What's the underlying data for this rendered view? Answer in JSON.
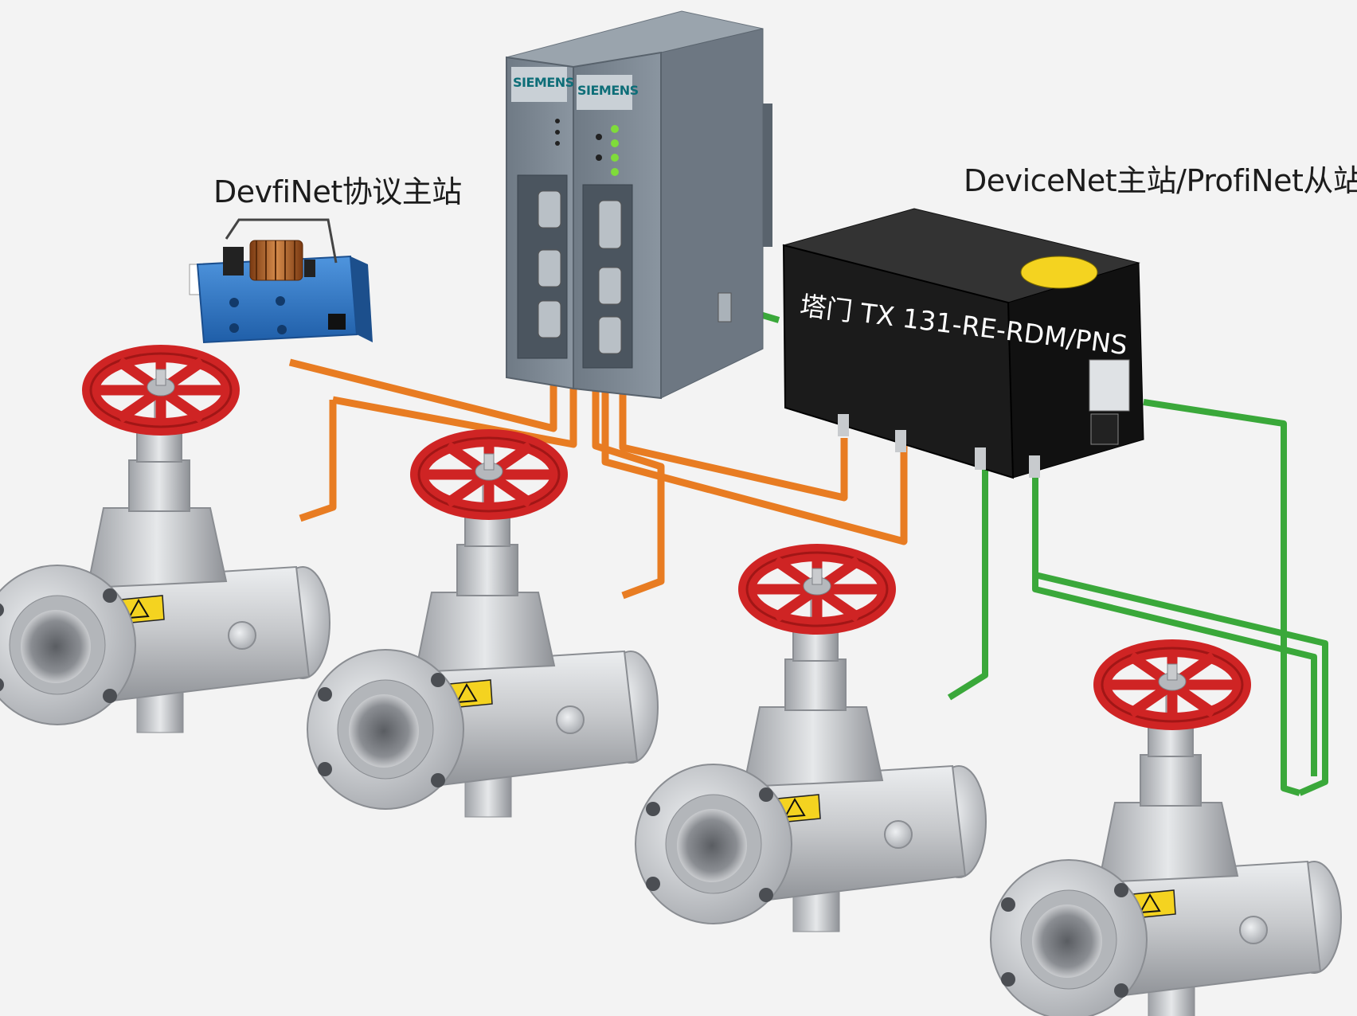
{
  "labels": {
    "devicenet_master": "DevfiNet协议主站",
    "gateway_title": "DeviceNet主站/ProfiNet从站",
    "gateway_model": "塔门 TX 131-RE-RDM/PNS",
    "plc_brand_left": "SIEMENS",
    "plc_brand_right": "SIEMENS"
  },
  "colors": {
    "orange_cable": "#e87c22",
    "green_cable": "#3aa83a",
    "valve_handwheel": "#cf2424",
    "valve_body": "#c3c5c8",
    "plc_housing": "#7d8893",
    "gateway_housing": "#1b1b1b",
    "solenoid_block": "#2f78c8",
    "warning_label": "#f4d320"
  },
  "icons": [
    "valve-handwheel-icon",
    "warning-triangle-icon",
    "solenoid-coil-icon",
    "db9-port-icon",
    "status-led-icon"
  ]
}
